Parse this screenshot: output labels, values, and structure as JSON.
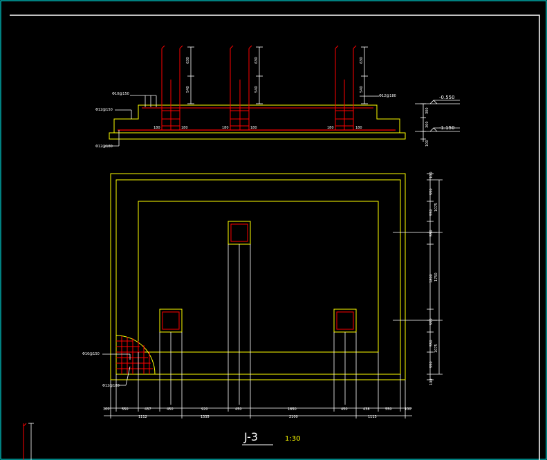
{
  "drawing": {
    "title": "J-3",
    "scale": "1:30"
  },
  "section_view": {
    "levels": [
      "-0.550",
      "-1.150"
    ],
    "labels": [
      "Φ10@150",
      "Φ12@150",
      "Φ12@180",
      "Φ12@180"
    ],
    "bottom_dims": [
      "180",
      "180",
      "180",
      "180",
      "180",
      "180"
    ],
    "column_dims": [
      "630",
      "540"
    ],
    "right_dims": [
      "300",
      "300",
      "100"
    ]
  },
  "plan_view": {
    "corner_labels": [
      "Φ10@150",
      "Φ12@180"
    ],
    "right_dims_outer": [
      "100",
      "550",
      "550",
      "550",
      "1800",
      "550",
      "550",
      "550",
      "100"
    ],
    "right_dims_total": [
      "1075",
      "1750",
      "1075"
    ],
    "bottom_dims": [
      "100",
      "550",
      "437",
      "450",
      "920",
      "450",
      "1850",
      "450",
      "438",
      "550",
      "100"
    ],
    "bottom_totals": [
      "1112",
      "1335",
      "2100",
      "1113"
    ]
  },
  "colors": {
    "background": "#000000",
    "outline": "#ffff00",
    "rebar": "#ff0000",
    "dimension": "#ffffff",
    "border": "#00ffff"
  }
}
